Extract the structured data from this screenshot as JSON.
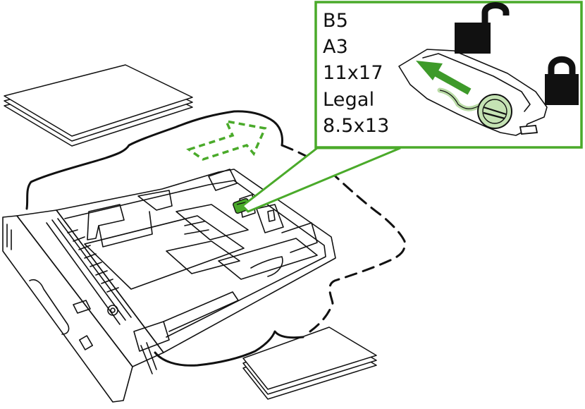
{
  "callout": {
    "sizes": [
      "B5",
      "A3",
      "11x17",
      "Legal",
      "8.5x13"
    ],
    "border_color": "#4aaa2a",
    "arrow_color": "#3e9a2a",
    "knob_fill": "#c5e3b4",
    "unlock_icon": "lock-open-icon",
    "lock_icon": "lock-closed-icon"
  },
  "illustration": {
    "subject": "printer-paper-tray",
    "slide_direction_icon": "dashed-arrow-icon"
  }
}
